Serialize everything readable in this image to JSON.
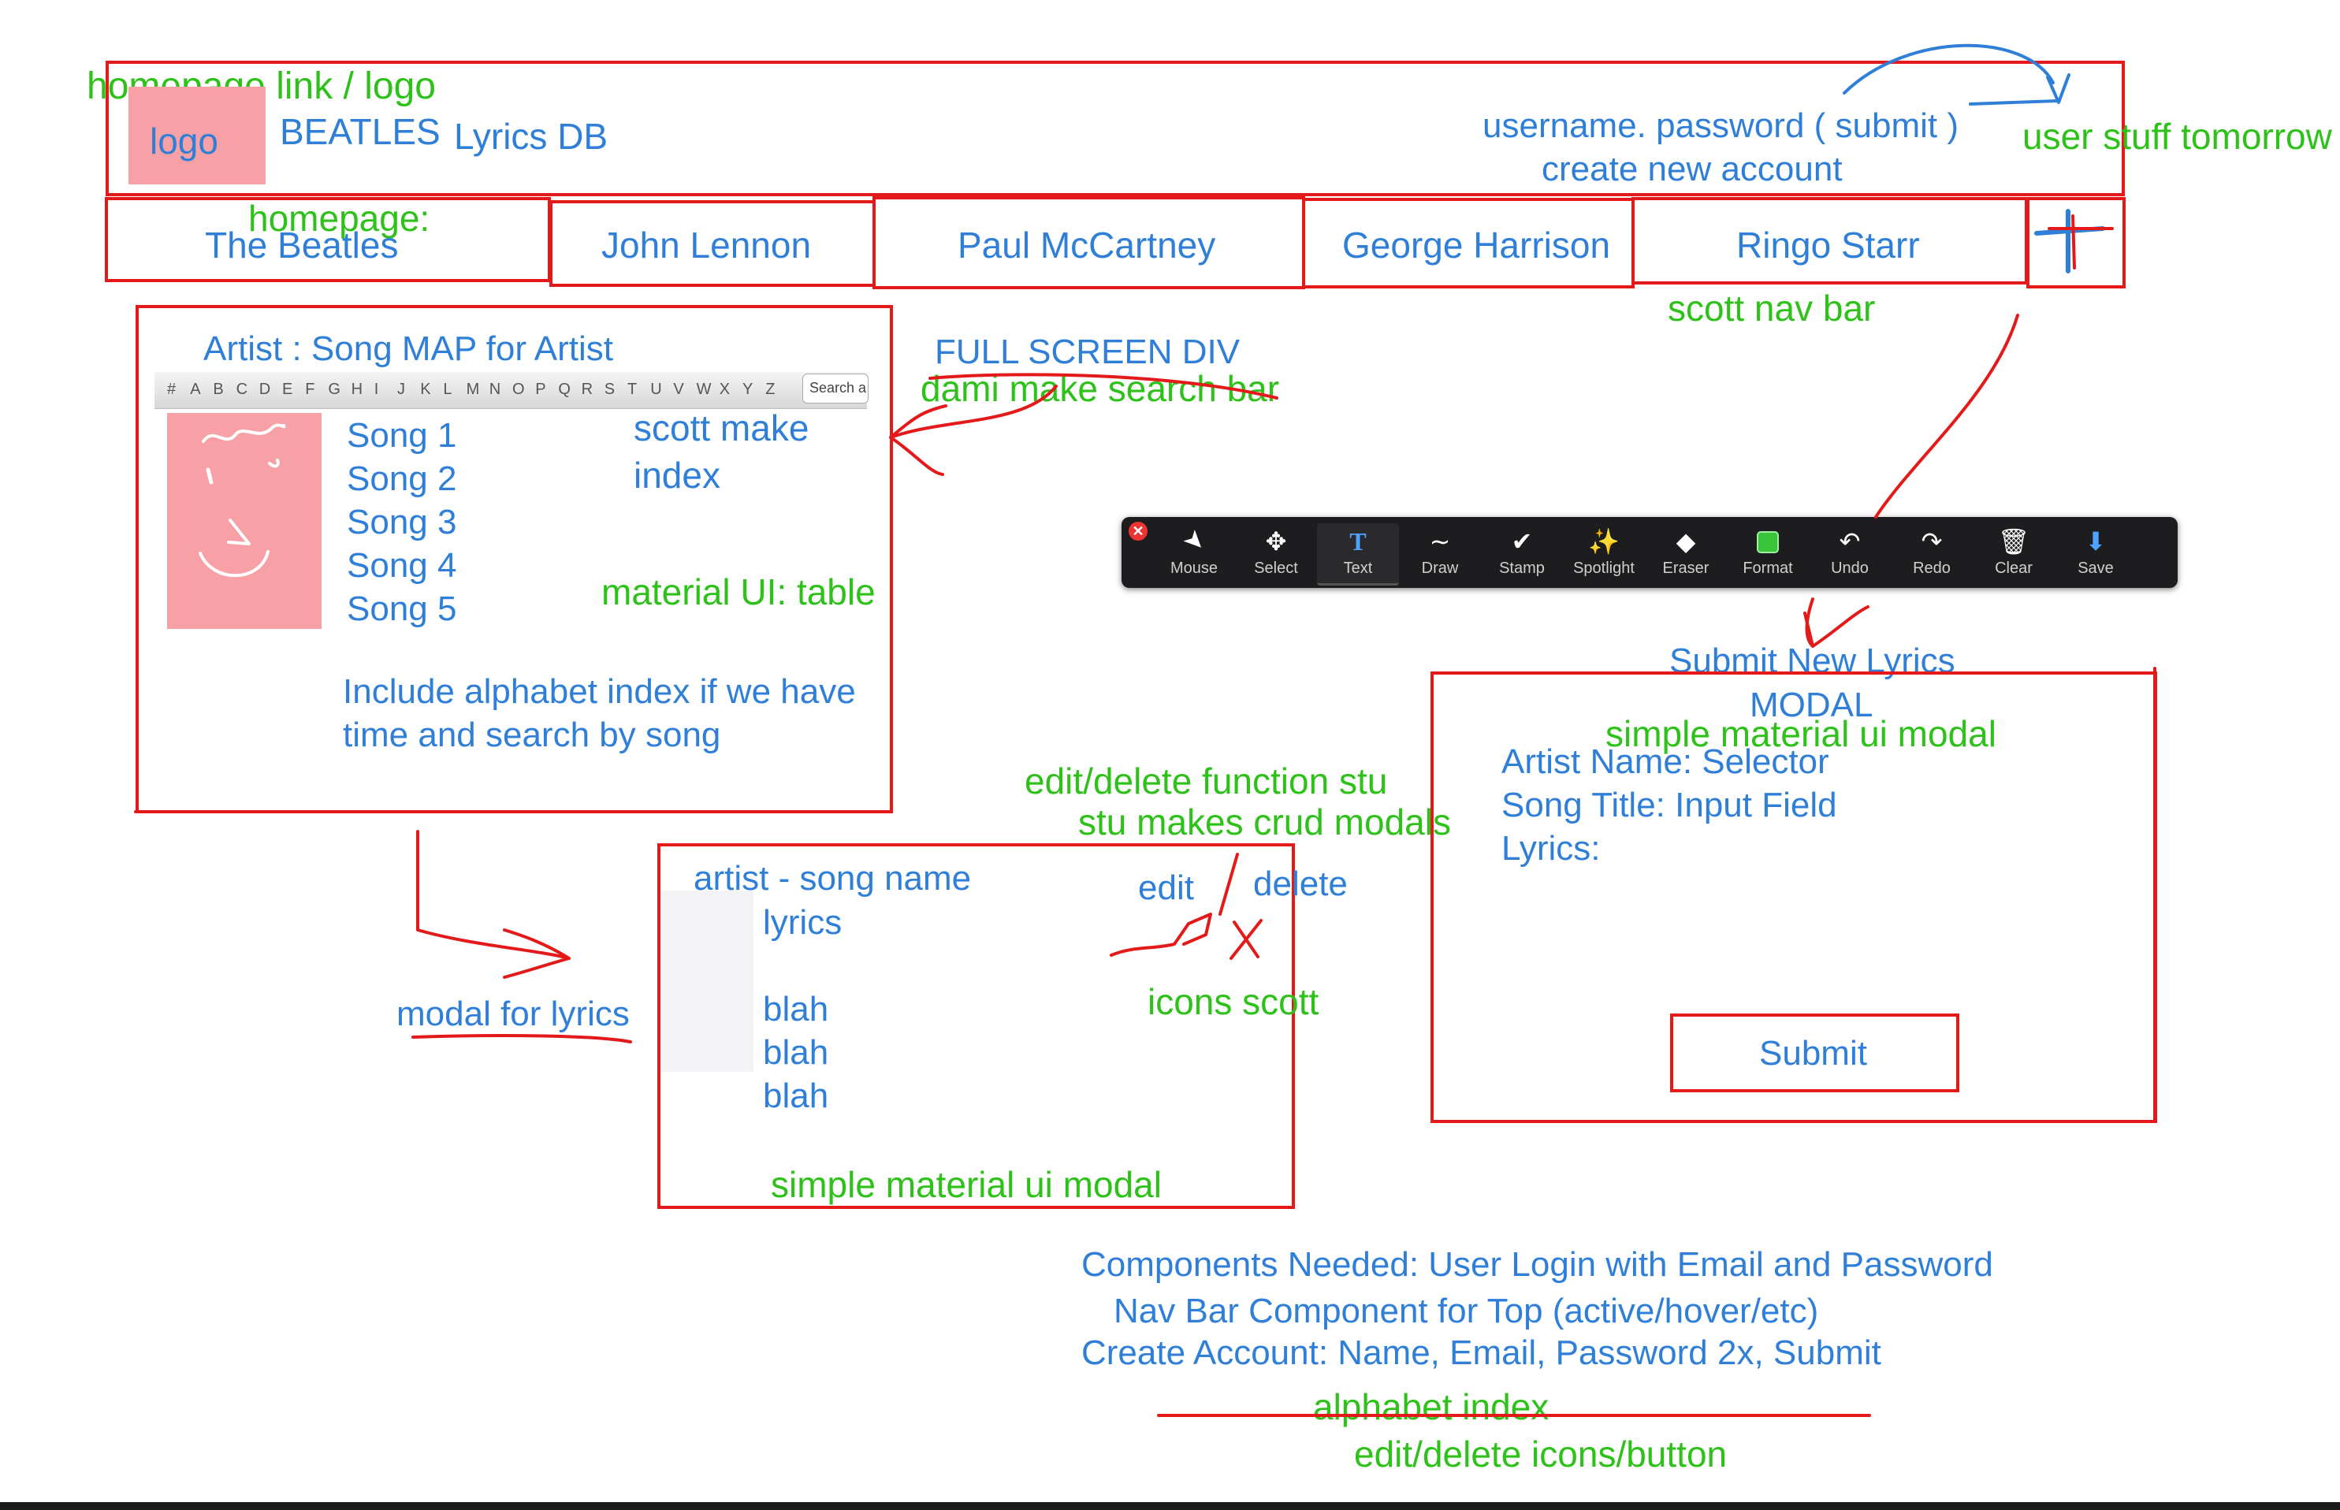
{
  "header": {
    "homepage_link_note": "homepage link / logo",
    "logo_label": "logo",
    "title_beatles": "BEATLES",
    "title_db": "Lyrics DB",
    "login_text": "username. password  ( submit )",
    "create_account": "create new account",
    "user_note": "user stuff tomorrow"
  },
  "nav": {
    "homepage_note": "homepage:",
    "items": [
      {
        "label": "The Beatles"
      },
      {
        "label": "John Lennon"
      },
      {
        "label": "Paul McCartney"
      },
      {
        "label": "George Harrison"
      },
      {
        "label": "Ringo Starr"
      }
    ],
    "add_icon": "plus-icon",
    "nav_note": "scott nav bar"
  },
  "artist_panel": {
    "title": "Artist : Song MAP for Artist",
    "alphabet": [
      "#",
      "A",
      "B",
      "C",
      "D",
      "E",
      "F",
      "G",
      "H",
      "I",
      "J",
      "K",
      "L",
      "M",
      "N",
      "O",
      "P",
      "Q",
      "R",
      "S",
      "T",
      "U",
      "V",
      "W",
      "X",
      "Y",
      "Z"
    ],
    "search_placeholder": "Search a",
    "songs": [
      "Song 1",
      "Song 2",
      "Song 3",
      "Song 4",
      "Song 5"
    ],
    "index_note_line1": "scott make",
    "index_note_line2": "index",
    "table_note": "material UI: table",
    "alpha_note_line1": "Include alphabet index if we have",
    "alpha_note_line2": "time and search by song"
  },
  "full_screen_note": "FULL SCREEN DIV",
  "search_note": "dami make search bar",
  "toolbar": {
    "tools": [
      {
        "label": "Mouse",
        "icon": "cursor-icon"
      },
      {
        "label": "Select",
        "icon": "move-icon"
      },
      {
        "label": "Text",
        "icon": "text-icon"
      },
      {
        "label": "Draw",
        "icon": "squiggle-icon"
      },
      {
        "label": "Stamp",
        "icon": "check-icon"
      },
      {
        "label": "Spotlight",
        "icon": "wand-icon"
      },
      {
        "label": "Eraser",
        "icon": "eraser-icon"
      },
      {
        "label": "Format",
        "icon": "color-square-icon"
      },
      {
        "label": "Undo",
        "icon": "undo-icon"
      },
      {
        "label": "Redo",
        "icon": "redo-icon"
      },
      {
        "label": "Clear",
        "icon": "trash-icon"
      },
      {
        "label": "Save",
        "icon": "save-icon"
      }
    ],
    "format_color": "#3ac43a"
  },
  "submit_modal": {
    "title_line1": "Submit New Lyrics",
    "title_line2": "MODAL",
    "note": "simple material ui modal",
    "artist_field": "Artist Name: Selector",
    "song_field": "Song Title: Input Field",
    "lyrics_field": "Lyrics:",
    "submit_label": "Submit"
  },
  "lyrics_modal": {
    "crud_note_line1": "edit/delete function stu",
    "crud_note_line2": "stu makes crud modals",
    "heading": "artist - song name",
    "lyrics_label": "lyrics",
    "lines": [
      "blah",
      "blah",
      "blah"
    ],
    "edit_label": "edit",
    "delete_label": "delete",
    "icons_note": "icons scott",
    "modal_note": "modal for lyrics",
    "bottom_note": "simple material ui modal"
  },
  "components": {
    "line1": "Components Needed: User Login with Email and Password",
    "line2": "Nav Bar Component for Top (active/hover/etc)",
    "line3": "Create Account: Name, Email, Password 2x, Submit",
    "line4": "alphabet index",
    "line5": "edit/delete icons/button"
  },
  "colors": {
    "sketch_red": "#e41a1a",
    "note_blue": "#2f7fd8",
    "note_green": "#2ec11a",
    "logo_pink": "#f7a1a6"
  }
}
